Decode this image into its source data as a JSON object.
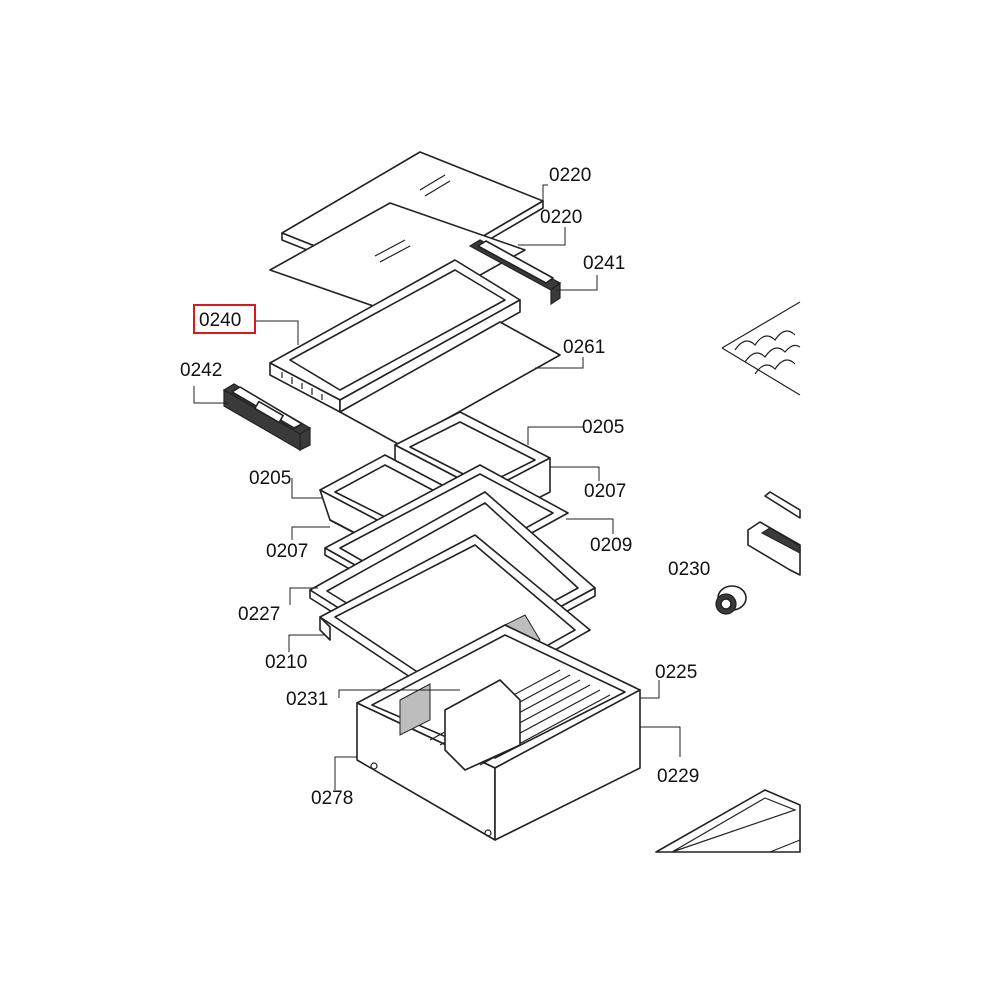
{
  "diagram": {
    "labels": {
      "p0220a": "0220",
      "p0220b": "0220",
      "p0241": "0241",
      "p0240": "0240",
      "p0261": "0261",
      "p0242": "0242",
      "p0205a": "0205",
      "p0207a": "0207",
      "p0205b": "0205",
      "p0207b": "0207",
      "p0209": "0209",
      "p0230": "0230",
      "p0227": "0227",
      "p0210": "0210",
      "p0225": "0225",
      "p0231": "0231",
      "p0229": "0229",
      "p0278": "0278"
    },
    "highlighted_part": "0240",
    "highlight_color": "#d71920"
  }
}
